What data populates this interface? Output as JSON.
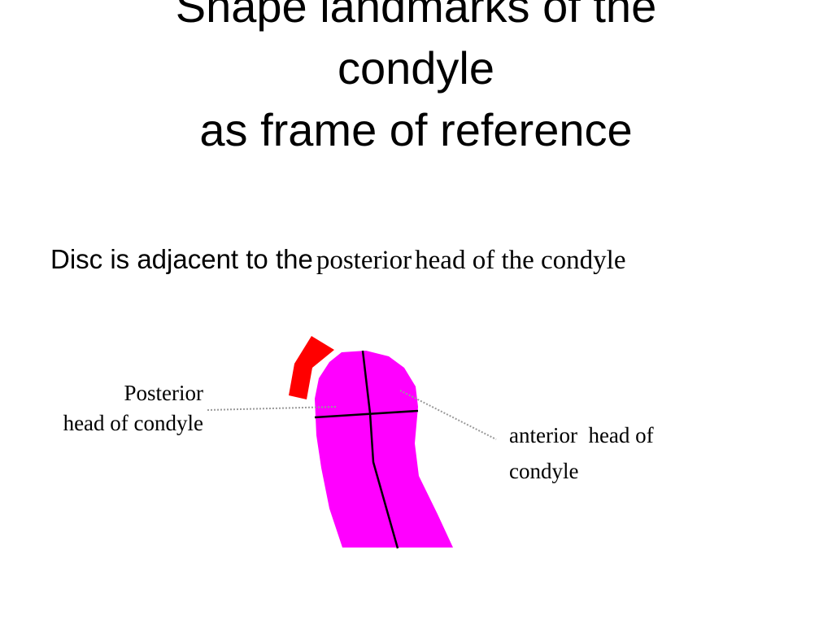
{
  "title": {
    "line1": "Shape landmarks of the",
    "line2": "condyle",
    "line3": "as frame of reference"
  },
  "subtitle": {
    "prefix": "Disc is adjacent to the",
    "word": "posterior",
    "suffix": "head of the condyle"
  },
  "labels": {
    "posterior_line1": "Posterior",
    "posterior_line2": "head of condyle",
    "anterior_line1": "anterior  head of",
    "anterior_line2": "condyle"
  },
  "colors": {
    "condyle": "#FF00FF",
    "disc": "#FF0000",
    "axes": "#000000",
    "leader": "#999999"
  }
}
